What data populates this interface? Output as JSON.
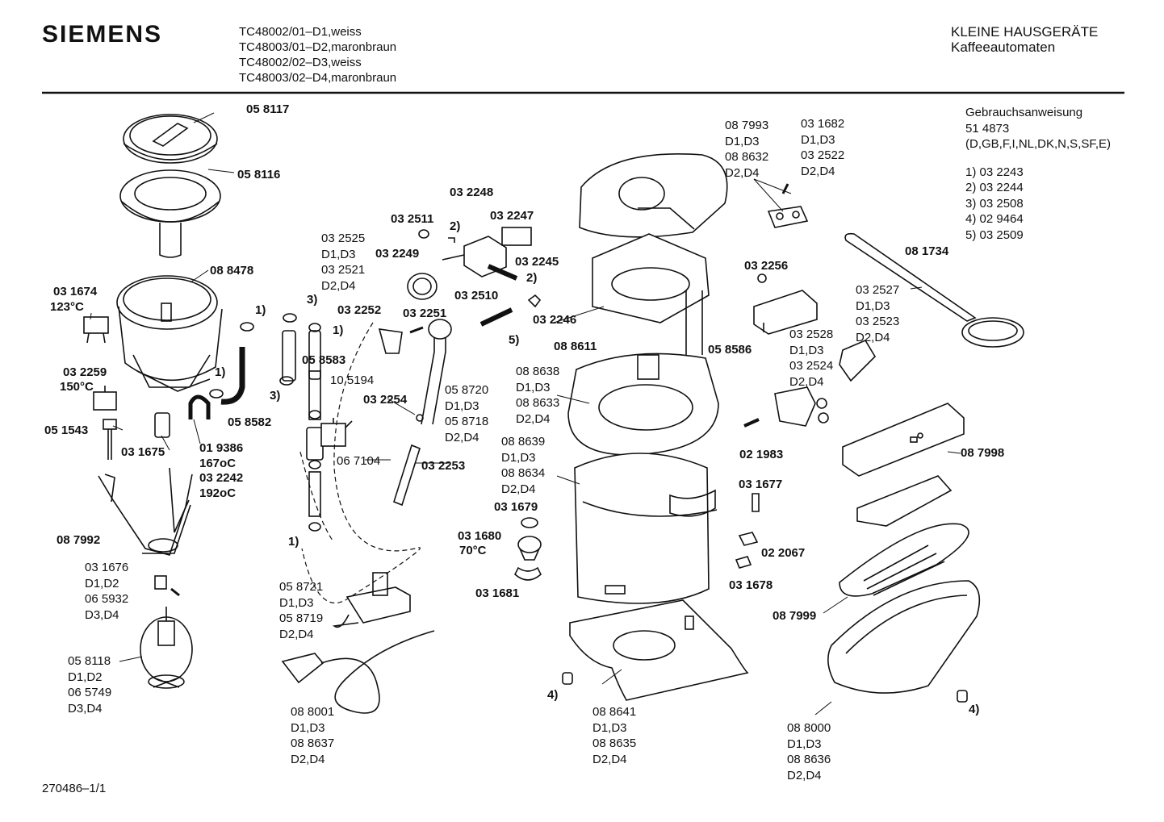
{
  "header": {
    "brand": "SIEMENS",
    "models": [
      "TC48002/01–D1,weiss",
      "TC48003/01–D2,maronbraun",
      "TC48002/02–D3,weiss",
      "TC48003/02–D4,maronbraun"
    ],
    "category": "KLEINE HAUSGERÄTE",
    "subcategory": "Kaffeeautomaten"
  },
  "manual": {
    "title": "Gebrauchsanweisung",
    "number": "51 4873",
    "languages": "(D,GB,F,I,NL,DK,N,S,SF,E)",
    "footnotes": [
      "1)  03 2243",
      "2)  03 2244",
      "3)  03 2508",
      "4)  02 9464",
      "5)  03 2509"
    ]
  },
  "labels": {
    "p058117": "05 8117",
    "p058116": "05 8116",
    "p088478": "08 8478",
    "p031674": "03 1674",
    "t123": "123°C",
    "p032259": "03 2259",
    "t150": "150°C",
    "p051543": "05 1543",
    "p031675": "03 1675",
    "p019386": "01 9386",
    "t167": "167oC",
    "p032242": "03 2242",
    "t192": "192oC",
    "p087992": "08 7992",
    "p058582": "05 8582",
    "p058583": "05 8583",
    "p105194": "10 5194",
    "p067104": "06 7104",
    "p032252": "03 2252",
    "p032251": "03 2251",
    "p032254": "03 2254",
    "p032253": "03 2253",
    "p032248": "03 2248",
    "p032247": "03 2247",
    "p032511": "03 2511",
    "p032249": "03 2249",
    "p032245": "03 2245",
    "p032510": "03 2510",
    "p032246": "03 2246",
    "p031679": "03 1679",
    "p031680": "03 1680",
    "t70": "70°C",
    "p031681": "03 1681",
    "p088611": "08 8611",
    "p032256": "03 2256",
    "p058586": "05 8586",
    "p081734": "08 1734",
    "p021983": "02 1983",
    "p031677": "03 1677",
    "p022067": "02 2067",
    "p031678": "03 1678",
    "p087998": "08 7998",
    "p087999": "08 7999",
    "f1": "1)",
    "f2": "2)",
    "f3": "3)",
    "f4": "4)",
    "f5": "5)",
    "drawing_id": "270486–1/1"
  },
  "blocks": {
    "b_032525": [
      "03 2525",
      "D1,D3",
      "03 2521",
      "D2,D4"
    ],
    "b_058720": [
      "05 8720",
      "D1,D3",
      "05 8718",
      "D2,D4"
    ],
    "b_058721": [
      "05 8721",
      "D1,D3",
      "05 8719",
      "D2,D4"
    ],
    "b_088001": [
      "08 8001",
      "D1,D3",
      "08 8637",
      "D2,D4"
    ],
    "b_031676": [
      "03 1676",
      "D1,D2",
      "06 5932",
      "D3,D4"
    ],
    "b_058118": [
      "05 8118",
      "D1,D2",
      "06 5749",
      "D3,D4"
    ],
    "b_087993": [
      "08 7993",
      "D1,D3",
      "08 8632",
      "D2,D4"
    ],
    "b_031682": [
      "03 1682",
      "D1,D3",
      "03 2522",
      "D2,D4"
    ],
    "b_088638": [
      "08 8638",
      "D1,D3",
      "08 8633",
      "D2,D4"
    ],
    "b_088639": [
      "08 8639",
      "D1,D3",
      "08 8634",
      "D2,D4"
    ],
    "b_088641": [
      "08 8641",
      "D1,D3",
      "08 8635",
      "D2,D4"
    ],
    "b_088000": [
      "08 8000",
      "D1,D3",
      "08 8636",
      "D2,D4"
    ],
    "b_032527": [
      "03 2527",
      "D1,D3",
      "03 2523",
      "D2,D4"
    ],
    "b_032528": [
      "03 2528",
      "D1,D3",
      "03 2524",
      "D2,D4"
    ]
  }
}
